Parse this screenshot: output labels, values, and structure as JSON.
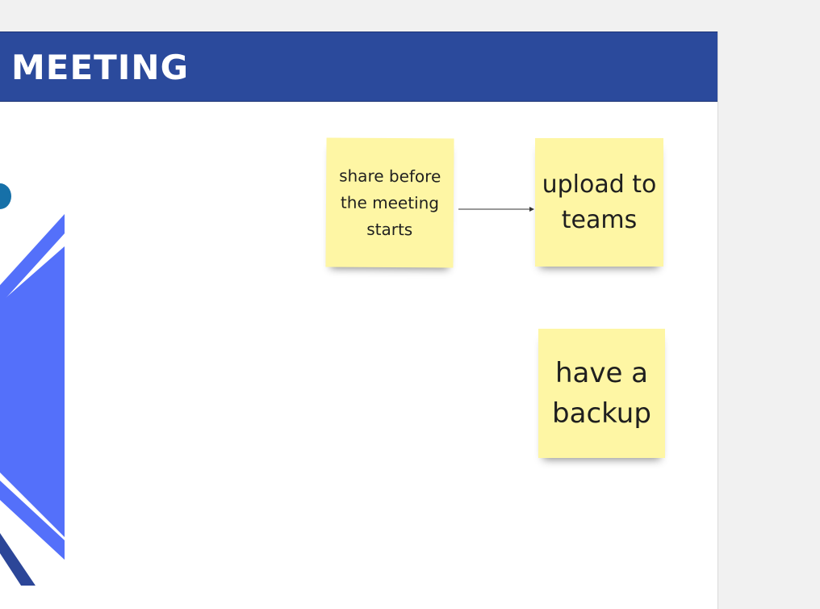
{
  "board": {
    "header": {
      "title": "/ MEETING"
    },
    "notes": {
      "share": "share before the meeting starts",
      "upload": "upload to teams",
      "backup": "have a backup"
    }
  },
  "colors": {
    "header_bar": "#2b4a9c",
    "sticky_yellow": "#fef6a4",
    "decoration_blue": "#5470fa",
    "decoration_dark": "#2c4698",
    "decoration_teal": "#1670a8"
  },
  "icons": {
    "connector": "arrow-right-icon"
  }
}
